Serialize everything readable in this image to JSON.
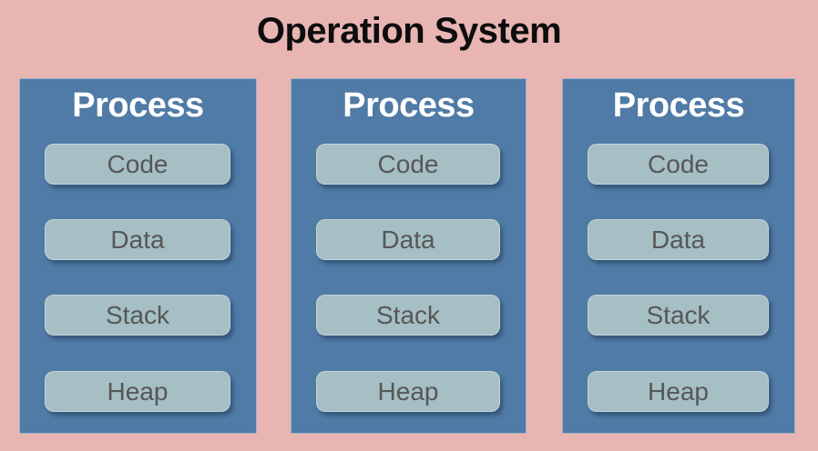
{
  "title": "Operation System",
  "colors": {
    "background": "#e8b5b3",
    "title_text": "#0d0d0d",
    "process_box": "#4f7ba6",
    "process_title_text": "#ffffff",
    "block_fill": "#a5bfc5",
    "block_text": "#575757"
  },
  "processes": [
    {
      "title": "Process",
      "blocks": [
        "Code",
        "Data",
        "Stack",
        "Heap"
      ]
    },
    {
      "title": "Process",
      "blocks": [
        "Code",
        "Data",
        "Stack",
        "Heap"
      ]
    },
    {
      "title": "Process",
      "blocks": [
        "Code",
        "Data",
        "Stack",
        "Heap"
      ]
    }
  ]
}
